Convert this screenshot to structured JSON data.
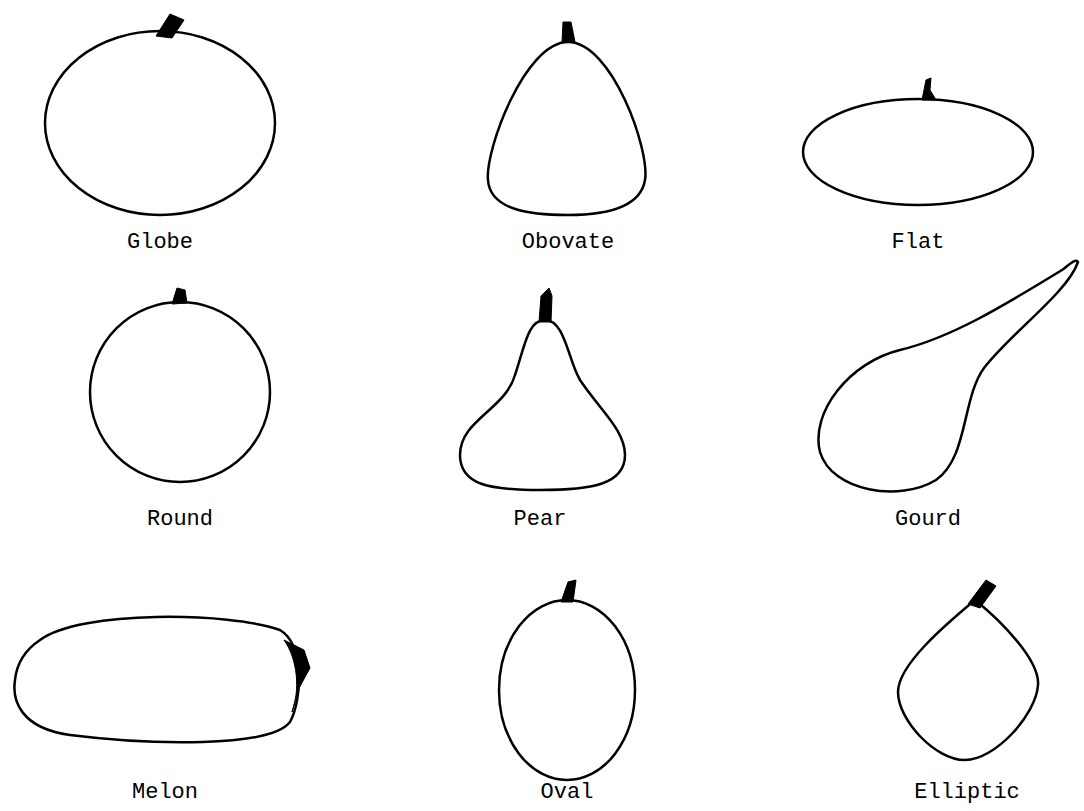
{
  "diagram": {
    "labels": [
      "Globe",
      "Obovate",
      "Flat",
      "Round",
      "Pear",
      "Gourd",
      "Melon",
      "Oval",
      "Elliptic"
    ]
  }
}
